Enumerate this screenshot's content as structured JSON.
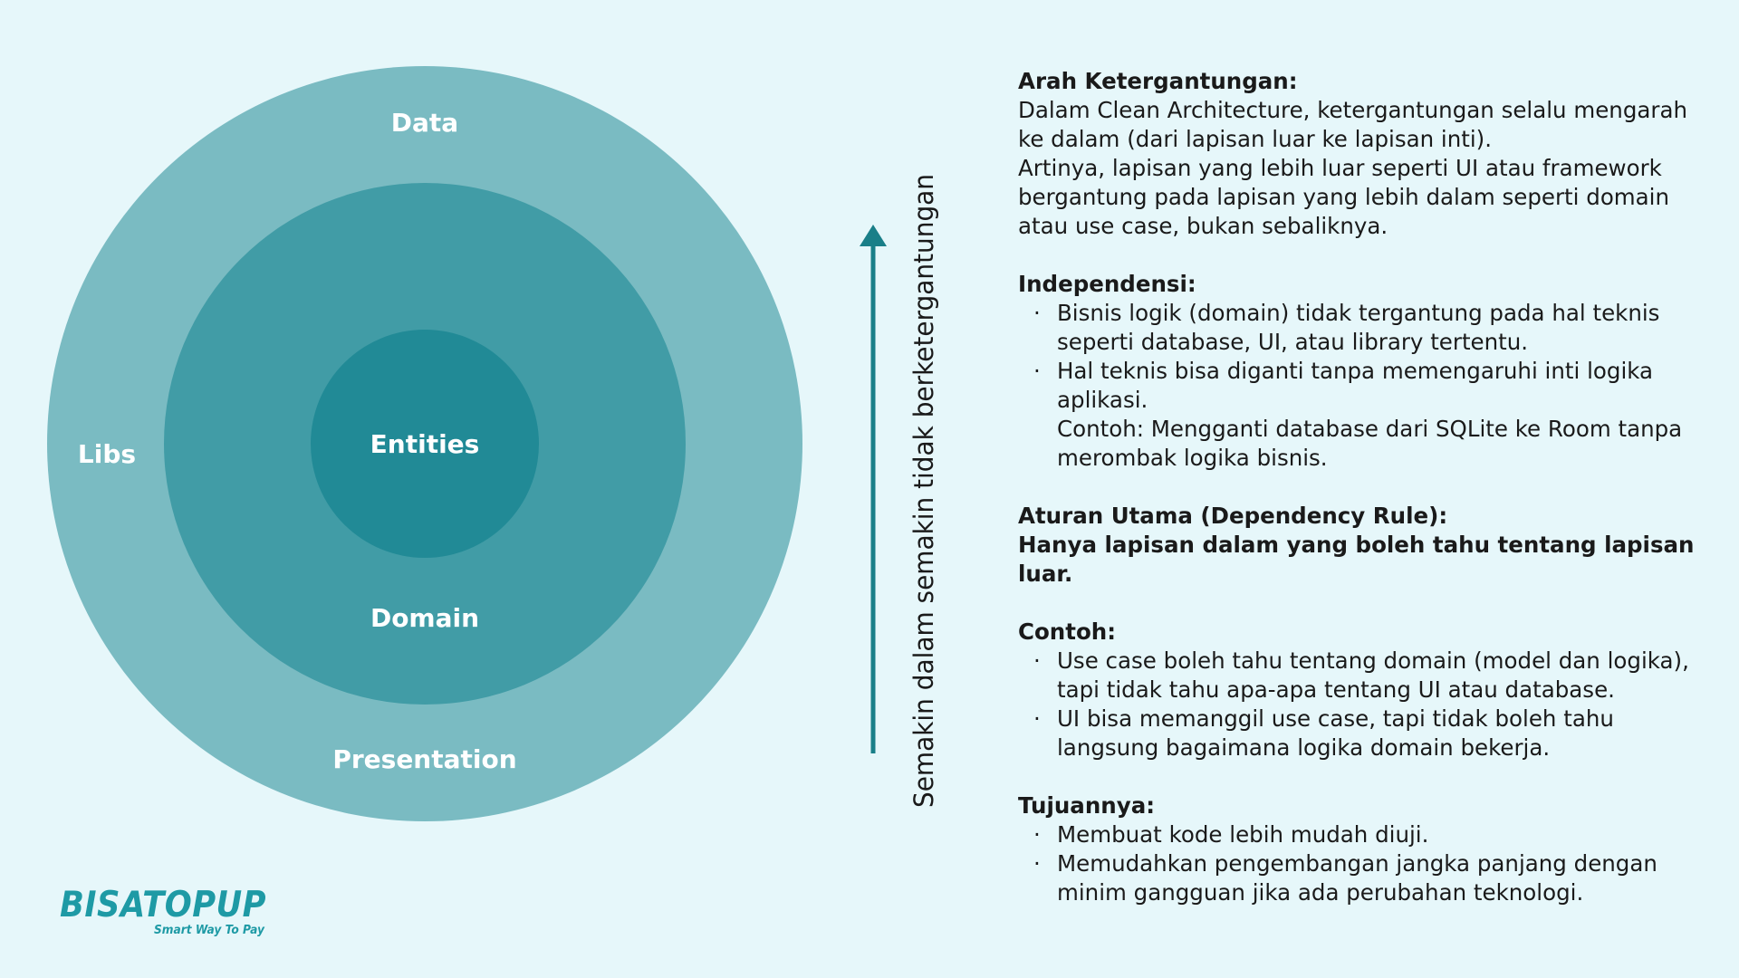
{
  "colors": {
    "background": "#e6f7fa",
    "ring_outer": "#7abbc2",
    "ring_middle": "#419ca6",
    "ring_inner": "#218a96",
    "arrow": "#1a7f88",
    "brand": "#1e9aa5"
  },
  "diagram": {
    "outer_ring_top_label": "Data",
    "outer_ring_left_label": "Libs",
    "outer_ring_bottom_label": "Presentation",
    "middle_ring_label": "Domain",
    "inner_ring_label": "Entities",
    "arrow_caption": "Semakin dalam semakin tidak berketergantungan"
  },
  "sections": {
    "dependency_direction": {
      "title": "Arah Ketergantungan:",
      "lines": [
        "Dalam Clean Architecture, ketergantungan selalu mengarah",
        "ke dalam (dari lapisan luar ke lapisan inti).",
        "Artinya, lapisan yang lebih luar seperti UI atau framework",
        "bergantung pada lapisan yang lebih dalam seperti domain",
        "atau use case, bukan sebaliknya."
      ]
    },
    "independence": {
      "title": "Independensi:",
      "bullets": [
        {
          "lines": [
            "Bisnis logik (domain) tidak tergantung pada hal teknis",
            "seperti database, UI, atau library tertentu."
          ]
        },
        {
          "lines": [
            "Hal teknis bisa diganti tanpa memengaruhi inti logika",
            "aplikasi.",
            "Contoh: Mengganti database dari SQLite ke Room tanpa",
            "merombak logika bisnis."
          ]
        }
      ]
    },
    "main_rule": {
      "title": "Aturan Utama (Dependency Rule):",
      "statement": "Hanya lapisan dalam yang boleh tahu tentang lapisan luar."
    },
    "example": {
      "title": "Contoh:",
      "bullets": [
        {
          "lines": [
            "Use case boleh tahu tentang domain (model dan logika),",
            "tapi tidak tahu apa-apa tentang UI atau database."
          ]
        },
        {
          "lines": [
            "UI bisa memanggil use case, tapi tidak boleh tahu",
            "langsung bagaimana logika domain bekerja."
          ]
        }
      ]
    },
    "purpose": {
      "title": "Tujuannya:",
      "bullets": [
        {
          "lines": [
            "Membuat kode lebih mudah diuji."
          ]
        },
        {
          "lines": [
            "Memudahkan pengembangan jangka panjang dengan",
            "minim gangguan jika ada perubahan teknologi."
          ]
        }
      ]
    }
  },
  "logo": {
    "wordmark": "BISATOPUP",
    "tagline": "Smart Way To Pay"
  }
}
